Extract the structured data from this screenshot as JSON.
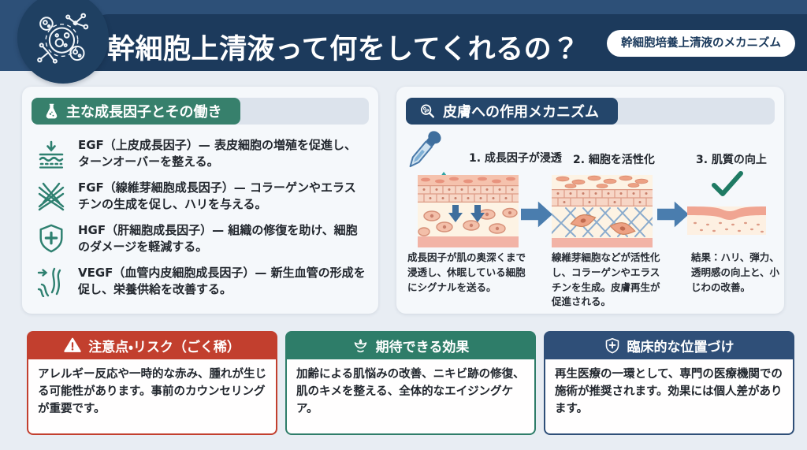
{
  "header": {
    "title": "幹細胞上清液って何をしてくれるの？",
    "badge": "幹細胞培養上清液のメカニズム"
  },
  "growth_factors": {
    "title": "主な成長因子とその働き",
    "items": [
      {
        "icon": "skin-layers-arrow-icon",
        "text": "EGF（上皮成長因子）— 表皮細胞の増殖を促進し、ターンオーバーを整える。"
      },
      {
        "icon": "fiber-weave-icon",
        "text": "FGF（線維芽細胞成長因子）— コラーゲンやエラスチンの生成を促し、ハリを与える。"
      },
      {
        "icon": "shield-plus-icon",
        "text": "HGF（肝細胞成長因子）— 組織の修復を助け、細胞のダメージを軽減する。"
      },
      {
        "icon": "blood-vessel-icon",
        "text": "VEGF（血管内皮細胞成長因子）— 新生血管の形成を促し、栄養供給を改善する。"
      }
    ]
  },
  "mechanism": {
    "title": "皮膚への作用メカニズム",
    "steps": [
      {
        "label": "1. 成長因子が浸透",
        "caption": "成長因子が肌の奥深くまで浸透し、休眠している細胞にシグナルを送る。"
      },
      {
        "label": "2. 細胞を活性化",
        "caption": "線維芽細胞などが活性化し、コラーゲンやエラスチンを生成。皮膚再生が促進される。"
      },
      {
        "label": "3. 肌質の向上",
        "caption": "結果：ハリ、弾力、透明感の向上と、小じわの改善。"
      }
    ]
  },
  "cards": [
    {
      "icon": "warning-triangle-icon",
      "title": "注意点・リスク（ごく稀）",
      "body": "アレルギー反応や一時的な赤み、腫れが生じる可能性があります。事前のカウンセリングが重要です。",
      "color": "#c23f2e"
    },
    {
      "icon": "flower-icon",
      "title": "期待できる効果",
      "body": "加齢による肌悩みの改善、ニキビ跡の修復、肌のキメを整える、全体的なエイジングケア。",
      "color": "#2e7d69"
    },
    {
      "icon": "shield-cross-icon",
      "title": "臨床的な位置づけ",
      "body": "再生医療の一環として、専門の医療機関での施術が推奨されます。効果には個人差があります。",
      "color": "#2f4f78"
    }
  ],
  "palette": {
    "header_outer": "#2d5078",
    "header_band": "#1c3a5c",
    "page_bg": "#e8edf3",
    "panel_bg": "#f5f8fb",
    "green_accent": "#37806c",
    "navy_accent": "#24466b",
    "icon_teal": "#2e8070",
    "flow_arrow_blue": "#4a7dae",
    "droplet_teal": "#2fa3a3",
    "check_green": "#1e7a63"
  }
}
